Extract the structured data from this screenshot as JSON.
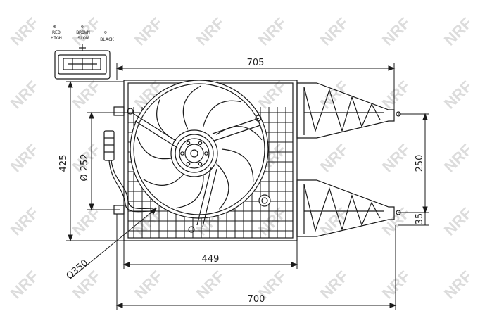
{
  "watermark": {
    "text": "NRF",
    "color": "#dedede"
  },
  "connector": {
    "pins": [
      {
        "symbol": "⊕",
        "line1": "RED",
        "line2": "HIGH"
      },
      {
        "symbol": "⊕",
        "line1": "BROWN",
        "line2": "SLOW"
      },
      {
        "symbol": "⊖",
        "line1": "BLACK",
        "line2": ""
      }
    ]
  },
  "dimensions": {
    "top_width": "705",
    "left_height": "425",
    "shroud_diameter": "Ø 252",
    "fan_diameter": "Ø350",
    "mount_spacing": "250",
    "mount_offset": "35",
    "core_width": "449",
    "bottom_width": "700"
  },
  "colors": {
    "line": "#1a1a1a",
    "background": "#ffffff"
  }
}
